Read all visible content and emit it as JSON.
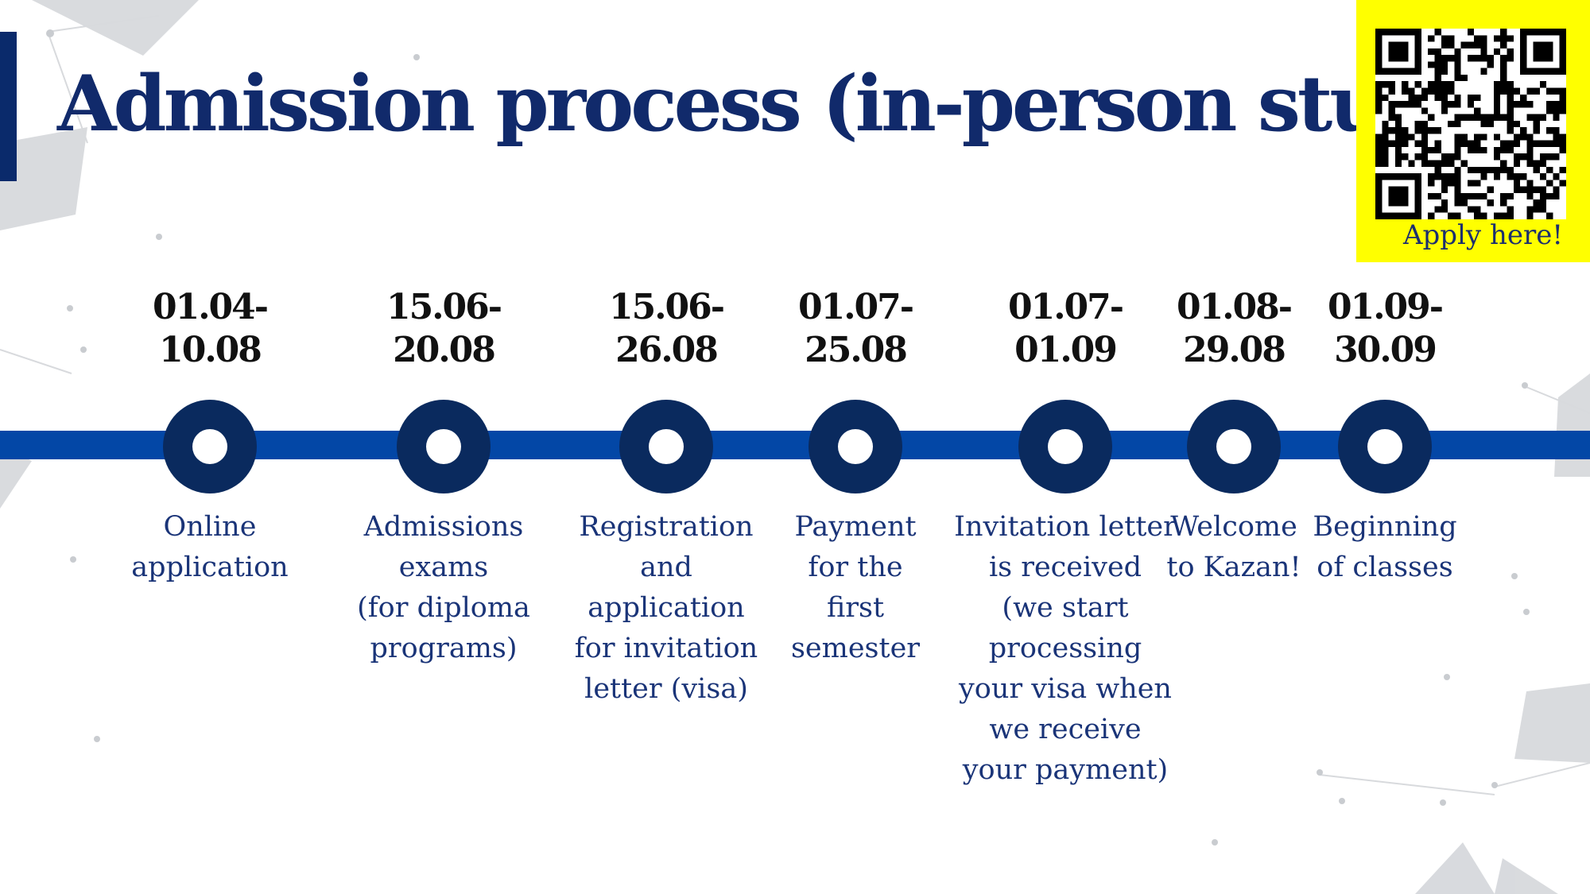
{
  "slide": {
    "title": "Admission process (in-person study)",
    "accent_color": "#0a2a6b",
    "timeline_color": "#0347a6",
    "node_color": "#0a2a5e"
  },
  "qr": {
    "label": "Apply here!",
    "background": "#ffff00",
    "icon": "qr-code-icon"
  },
  "steps": [
    {
      "date": "01.04-\n10.08",
      "label": "Online\napplication"
    },
    {
      "date": "15.06-\n20.08",
      "label": "Admissions\nexams\n(for diploma\nprograms)"
    },
    {
      "date": "15.06-\n26.08",
      "label": "Registration\nand\napplication\nfor invitation\nletter (visa)"
    },
    {
      "date": "01.07-\n25.08",
      "label": "Payment\nfor the\nfirst\nsemester"
    },
    {
      "date": "01.07-\n01.09",
      "label": "Invitation letter\nis received\n(we start\nprocessing\nyour visa when\nwe receive\nyour payment)"
    },
    {
      "date": "01.08-\n29.08",
      "label": "Welcome\nto Kazan!"
    },
    {
      "date": "01.09-\n30.09",
      "label": "Beginning\nof classes"
    }
  ]
}
